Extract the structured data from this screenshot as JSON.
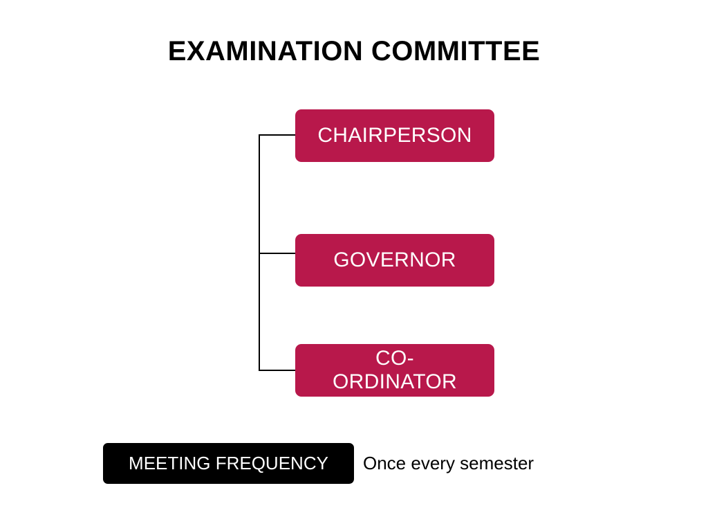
{
  "title": "EXAMINATION COMMITTEE",
  "roles": [
    {
      "label": "CHAIRPERSON"
    },
    {
      "label": "GOVERNOR"
    },
    {
      "label": "CO-ORDINATOR"
    }
  ],
  "meeting": {
    "label": "MEETING FREQUENCY",
    "value": "Once every semester"
  },
  "colors": {
    "role_box": "#b8184b",
    "meeting_box": "#000000",
    "text": "#000000",
    "box_text": "#ffffff"
  }
}
